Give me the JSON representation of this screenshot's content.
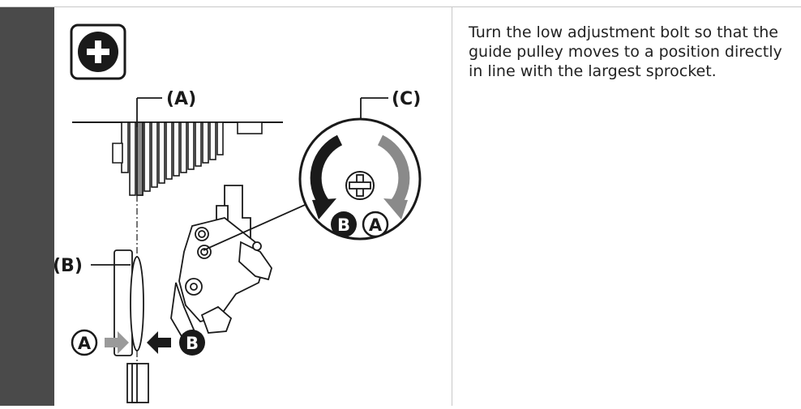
{
  "figure": {
    "callout_a": "(A)",
    "callout_b": "(B)",
    "callout_c": "(C)",
    "badge_a": "A",
    "badge_b": "B"
  },
  "instruction": {
    "text": "Turn the low adjustment bolt so that the guide pulley moves to a position directly in line with the largest sprocket."
  }
}
